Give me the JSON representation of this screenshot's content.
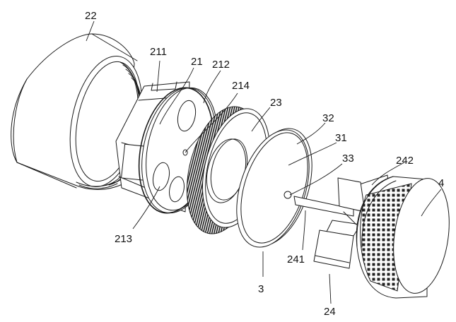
{
  "labels": {
    "sleeve": "22",
    "fan_seat_top": "211",
    "fan_seat": "21",
    "fan_seat_face": "212",
    "fan_seat_hole": "214",
    "fan_seat_bottom": "213",
    "ring": "23",
    "plate": "32",
    "plate_face": "31",
    "plate_hole": "33",
    "fan_blade": "241",
    "fan_blade_arm": "242",
    "fan": "24",
    "cap": "4",
    "plate_assembly": "3"
  }
}
